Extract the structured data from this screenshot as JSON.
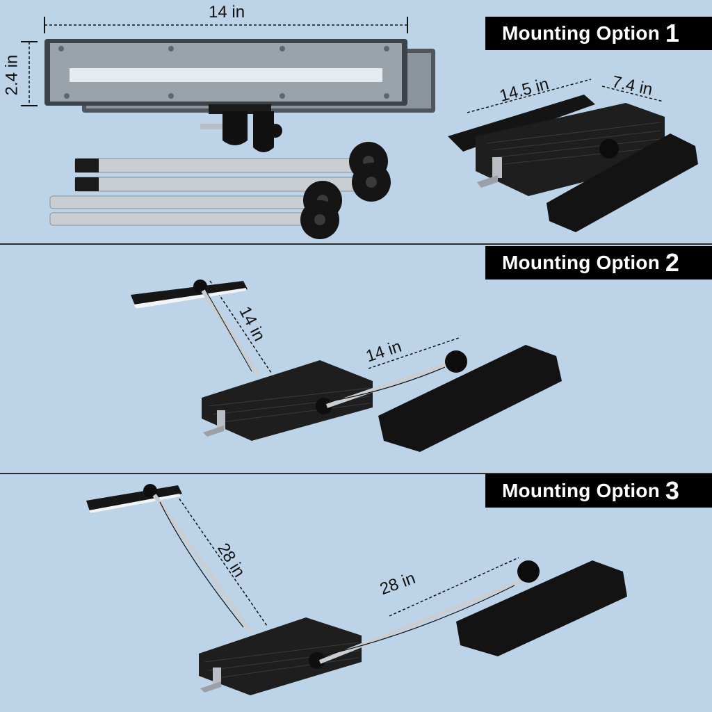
{
  "options": [
    {
      "label": "Mounting Option",
      "number": "1"
    },
    {
      "label": "Mounting Option",
      "number": "2"
    },
    {
      "label": "Mounting Option",
      "number": "3"
    }
  ],
  "dimensions": {
    "top_width": "14 in",
    "top_height": "2.4 in",
    "base_length": "14.5 in",
    "base_depth": "7.4 in",
    "option2_arm_vertical": "14 in",
    "option2_arm_horizontal": "14 in",
    "option3_arm_vertical": "28 in",
    "option3_arm_horizontal": "28 in"
  },
  "colors": {
    "background": "#bcd3e8",
    "banner": "#000000",
    "lamp_body": "#1c1c1c",
    "rod": "#c9ced3"
  }
}
